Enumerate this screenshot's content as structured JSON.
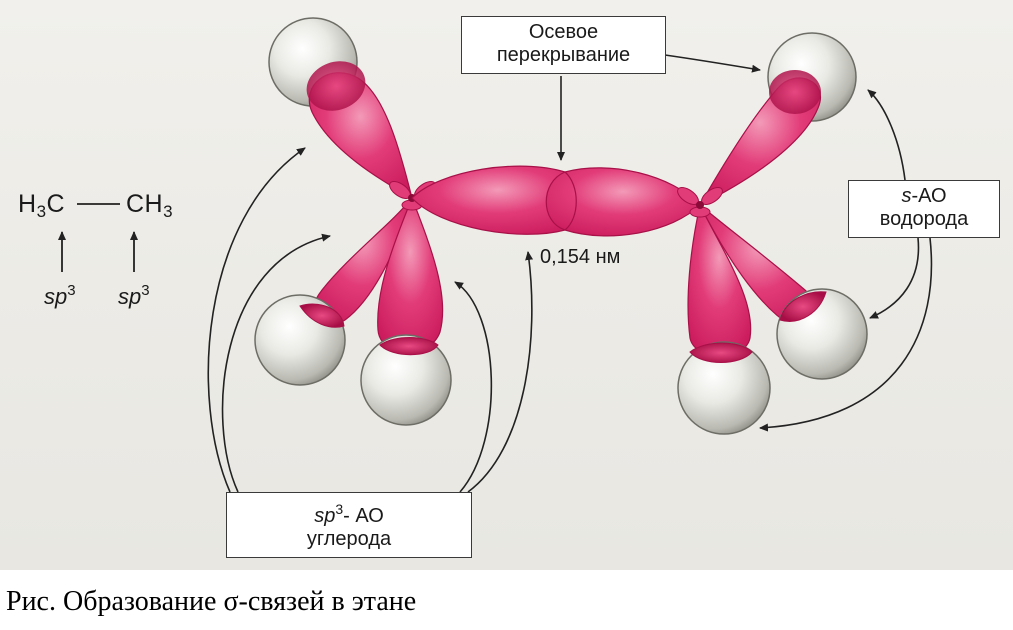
{
  "formula": {
    "left": "H",
    "left_sub": "3",
    "left_c": "C",
    "right_c": "CH",
    "right_sub": "3"
  },
  "hybridization": {
    "left": "sp",
    "left_sup": "3",
    "right": "sp",
    "right_sup": "3"
  },
  "box_axial": {
    "line1": "Осевое",
    "line2": "перекрывание"
  },
  "box_hydrogen": {
    "line1_italic": "s",
    "line1_rest": "-АО",
    "line2": "водорода"
  },
  "box_carbon": {
    "line1_italic": "sp",
    "line1_sup": "3",
    "line1_rest": "- АО",
    "line2": "углерода"
  },
  "bond_length": "0,154 нм",
  "caption": "Рис. Образование σ-связей в этане",
  "colors": {
    "lobe": "#df2f6f",
    "lobe_dark": "#b01048",
    "sphere": "#dcdcd6",
    "background": "#eceae5"
  }
}
